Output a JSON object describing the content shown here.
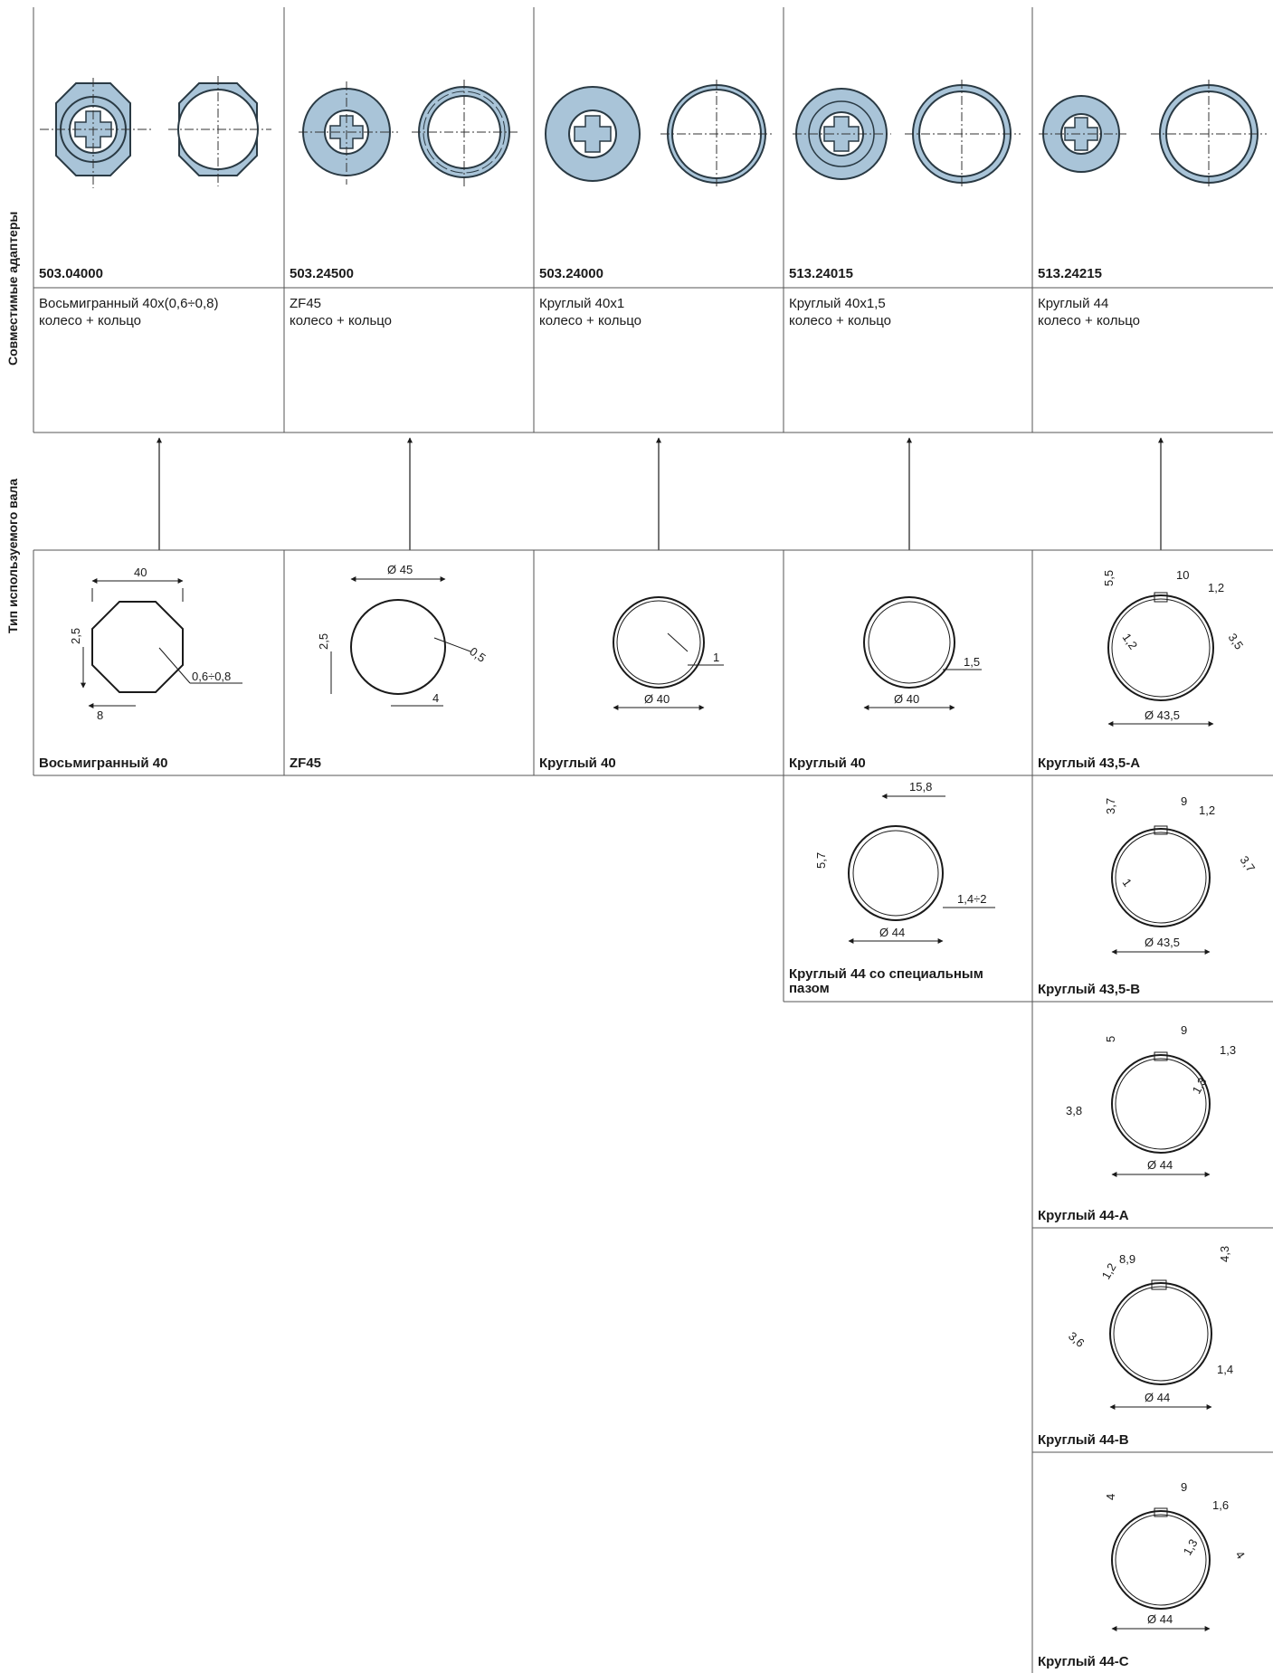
{
  "side_labels": {
    "adapters": "Совместимые адаптеры",
    "profiles": "Тип используемого вала"
  },
  "adapters": [
    {
      "code": "503.04000",
      "line1": "Восьмигранный 40x(0,6÷0,8)",
      "line2": "колесо + кольцо"
    },
    {
      "code": "503.24500",
      "line1": "ZF45",
      "line2": "колесо + кольцо"
    },
    {
      "code": "503.24000",
      "line1": "Круглый 40x1",
      "line2": "колесо + кольцо"
    },
    {
      "code": "513.24015",
      "line1": "Круглый 40x1,5",
      "line2": "колесо + кольцо"
    },
    {
      "code": "513.24215",
      "line1": "Круглый 44",
      "line2": "колесо + кольцо"
    }
  ],
  "profiles": [
    {
      "name": "Восьмигранный 40",
      "dims": [
        "40",
        "2,5",
        "0,6÷0,8",
        "8"
      ]
    },
    {
      "name": "ZF45",
      "dims": [
        "Ø 45",
        "2,5",
        "0,5",
        "4"
      ]
    },
    {
      "name": "Круглый 40",
      "dims": [
        "1",
        "Ø 40"
      ]
    },
    {
      "name": "Круглый 40",
      "dims": [
        "1,5",
        "Ø 40"
      ]
    },
    {
      "name": "Круглый 43,5-A",
      "dims": [
        "5,5",
        "10",
        "1,2",
        "1,2",
        "3,5",
        "Ø 43,5"
      ]
    },
    {
      "name": "Круглый 44 со специальным пазом",
      "dims": [
        "15,8",
        "5,7",
        "1,4÷2",
        "Ø 44"
      ]
    },
    {
      "name": "Круглый 43,5-B",
      "dims": [
        "3,7",
        "9",
        "1,2",
        "1",
        "3,7",
        "Ø 43,5"
      ]
    },
    {
      "name": "Круглый 44-A",
      "dims": [
        "5",
        "9",
        "1,3",
        "3,8",
        "1,3",
        "Ø 44"
      ]
    },
    {
      "name": "Круглый 44-B",
      "dims": [
        "8,9",
        "4,3",
        "1,2",
        "3,6",
        "1,4",
        "Ø 44"
      ]
    },
    {
      "name": "Круглый 44-C",
      "dims": [
        "4",
        "9",
        "1,6",
        "1,3",
        "4",
        "Ø 44"
      ]
    }
  ]
}
